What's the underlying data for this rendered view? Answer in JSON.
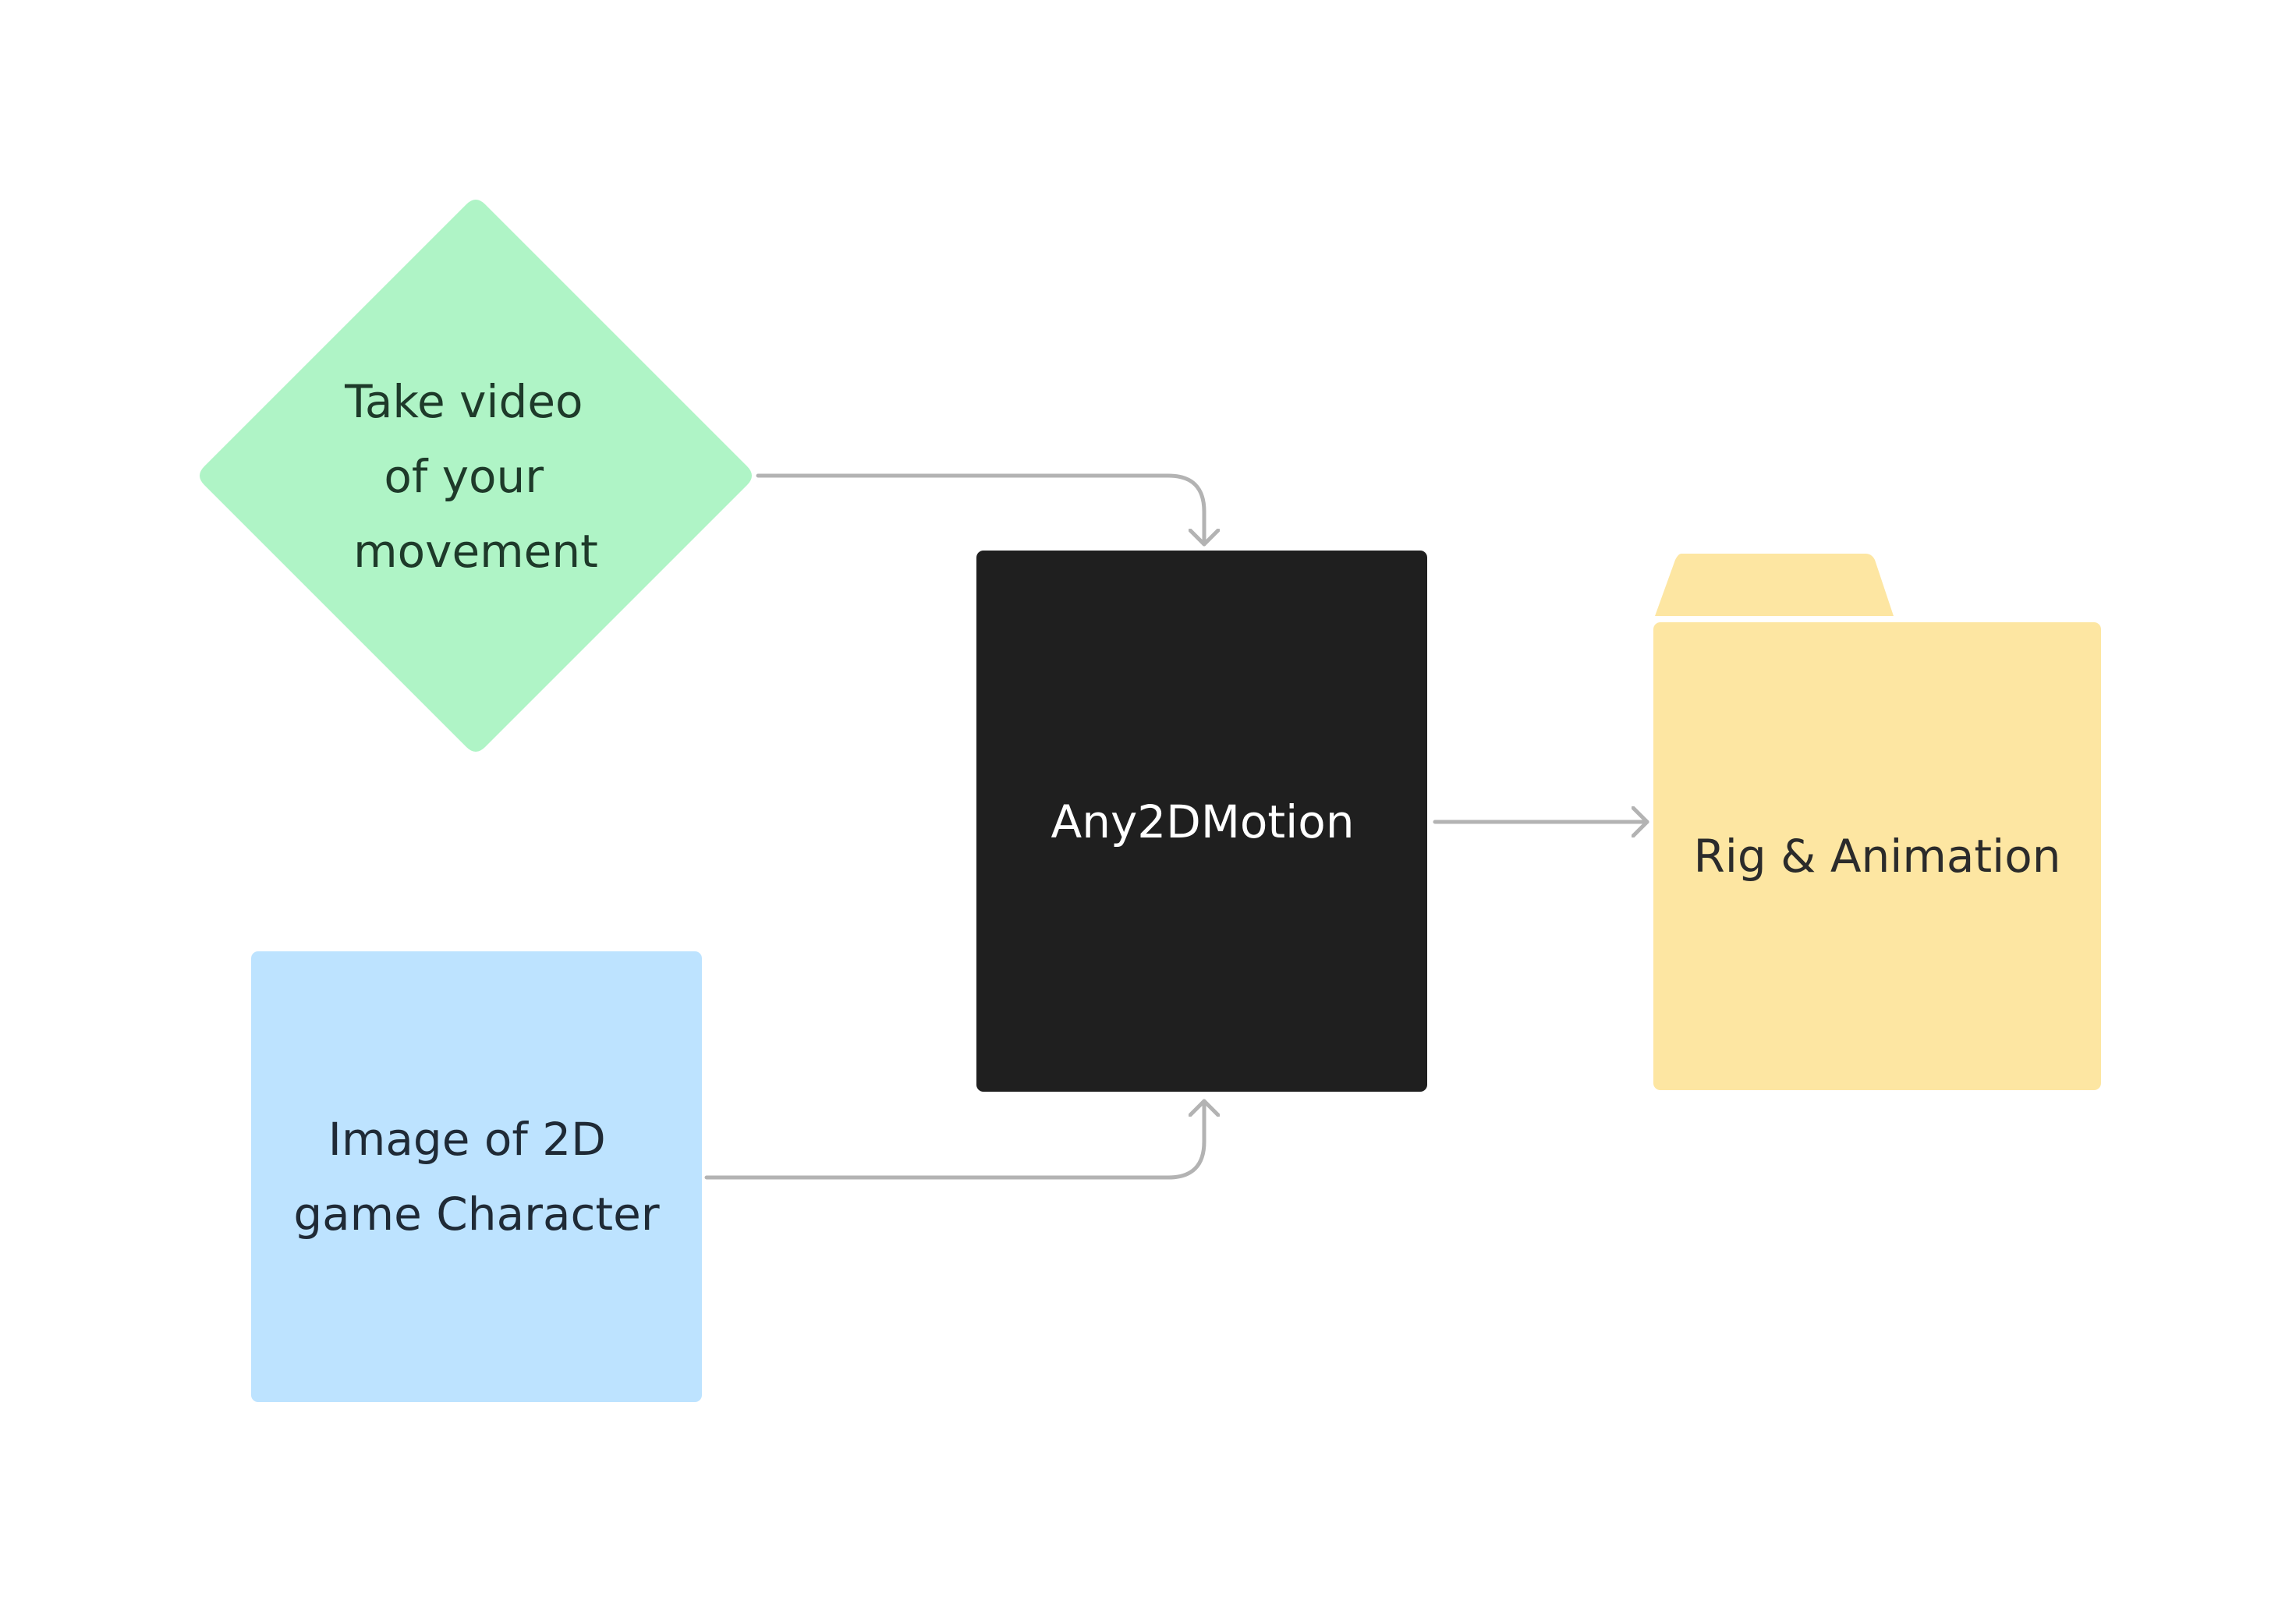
{
  "diagram": {
    "type": "flowchart",
    "nodes": {
      "video": {
        "shape": "diamond",
        "lines": [
          "Take video",
          "of your",
          "movement"
        ],
        "fill": "#aff4c6",
        "text_color": "#1e3a2a"
      },
      "image": {
        "shape": "rectangle",
        "lines": [
          "Image of 2D",
          "game Character"
        ],
        "fill": "#bde3ff",
        "text_color": "#1f2a36"
      },
      "process": {
        "shape": "rectangle",
        "lines": [
          "Any2DMotion"
        ],
        "fill": "#1f1f1f",
        "text_color": "#ffffff"
      },
      "output": {
        "shape": "folder",
        "lines": [
          "Rig & Animation"
        ],
        "fill": "#fde6a2",
        "text_color": "#2b2b2b"
      }
    },
    "connectors": [
      {
        "from": "video",
        "to": "process"
      },
      {
        "from": "image",
        "to": "process"
      },
      {
        "from": "process",
        "to": "output"
      }
    ],
    "connector_color": "#b3b3b3"
  }
}
